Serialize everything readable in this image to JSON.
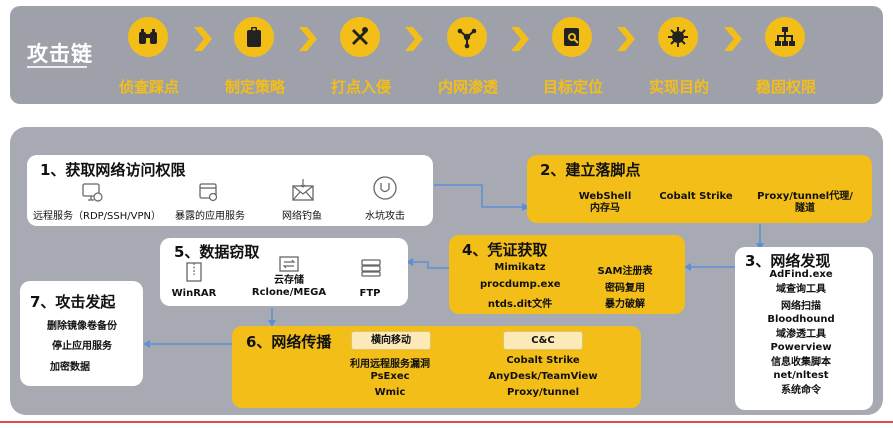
{
  "chain": {
    "title": "攻击链",
    "stages": [
      {
        "label": "侦查踩点",
        "icon": "binoculars-icon"
      },
      {
        "label": "制定策略",
        "icon": "clipboard-icon"
      },
      {
        "label": "打点入侵",
        "icon": "tools-icon"
      },
      {
        "label": "内网渗透",
        "icon": "network-nodes-icon"
      },
      {
        "label": "目标定位",
        "icon": "document-search-icon"
      },
      {
        "label": "实现目的",
        "icon": "virus-icon"
      },
      {
        "label": "稳固权限",
        "icon": "hierarchy-icon"
      }
    ]
  },
  "access": {
    "title": "1、获取网络访问权限",
    "items": [
      "远程服务（RDP/SSH/VPN）",
      "暴露的应用服务",
      "网络钓鱼",
      "水坑攻击"
    ]
  },
  "foothold": {
    "title": "2、建立落脚点",
    "items": [
      "WebShell\n内存马",
      "Cobalt Strike",
      "Proxy/tunnel代理/\n隧道"
    ]
  },
  "discovery": {
    "title": "3、网络发现",
    "items": [
      {
        "name": "AdFind.exe",
        "desc": "域查询工具"
      },
      {
        "name": "",
        "desc": "网络扫描"
      },
      {
        "name": "Bloodhound",
        "desc": "域渗透工具"
      },
      {
        "name": "Powerview",
        "desc": "信息收集脚本"
      },
      {
        "name": "net/nltest",
        "desc": "系统命令"
      }
    ]
  },
  "credential": {
    "title": "4、凭证获取",
    "left": [
      "Mimikatz",
      "procdump.exe",
      "ntds.dit文件"
    ],
    "right": [
      "SAM注册表",
      "密码复用",
      "暴力破解"
    ]
  },
  "exfil": {
    "title": "5、数据窃取",
    "items": [
      "WinRAR",
      "云存储\nRclone/MEGA",
      "FTP"
    ]
  },
  "spread": {
    "title": "6、网络传播",
    "tag_left": "横向移动",
    "tag_right": "C&C",
    "left": [
      "利用远程服务漏洞",
      "PsExec",
      "Wmic"
    ],
    "right": [
      "Cobalt Strike",
      "AnyDesk/TeamView",
      "Proxy/tunnel"
    ]
  },
  "attack": {
    "title": "7、攻击发起",
    "items": [
      "删除镜像卷备份",
      "停止应用服务",
      "加密数据"
    ]
  },
  "colors": {
    "accent": "#f4be19",
    "band": "#a7aab3",
    "connector": "#5b8fd6"
  }
}
